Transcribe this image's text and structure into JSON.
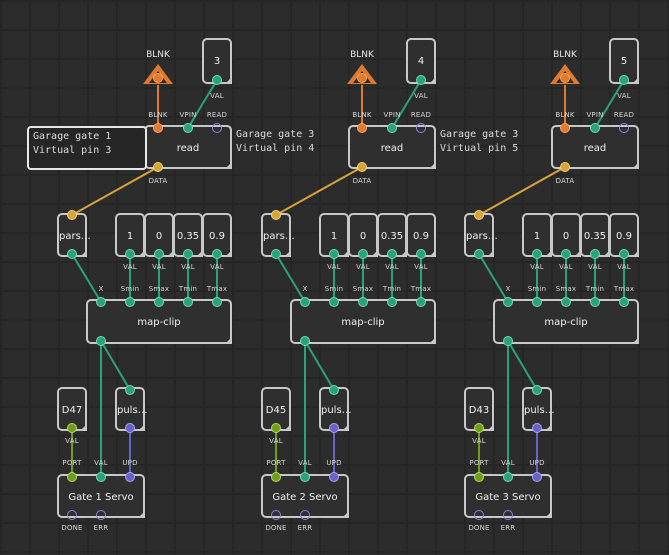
{
  "colors": {
    "numeric_wire": "#2aa37a",
    "any_wire": "#d7a43a",
    "string_wire": "#e07a2e",
    "pulse_wire": "#6b62c8",
    "port_wire": "#6f9e1e"
  },
  "groups": [
    {
      "blnk_label": "BLNK",
      "vpin_value": "3",
      "comment_left": [
        "Garage gate 1",
        "Virtual pin 3"
      ],
      "comment_right": [
        "Garage gate 3",
        "Virtual pin 4"
      ],
      "read_title": "read",
      "parse_title": "pars…",
      "params": [
        "1",
        "0",
        "0.35",
        "0.9"
      ],
      "map_title": "map-clip",
      "port_value": "D47",
      "pulse_title": "puls…",
      "servo_title": "Gate 1 Servo"
    },
    {
      "blnk_label": "BLNK",
      "vpin_value": "4",
      "comment_right": [
        "Garage gate 3",
        "Virtual pin 5"
      ],
      "read_title": "read",
      "parse_title": "pars…",
      "params": [
        "1",
        "0",
        "0.35",
        "0.9"
      ],
      "map_title": "map-clip",
      "port_value": "D45",
      "pulse_title": "puls…",
      "servo_title": "Gate 2 Servo"
    },
    {
      "blnk_label": "BLNK",
      "vpin_value": "5",
      "read_title": "read",
      "parse_title": "pars…",
      "params": [
        "1",
        "0",
        "0.35",
        "0.9"
      ],
      "map_title": "map-clip",
      "port_value": "D43",
      "pulse_title": "puls…",
      "servo_title": "Gate 3 Servo"
    }
  ],
  "pin_labels": {
    "read_inputs": [
      "BLNK",
      "VPIN",
      "READ"
    ],
    "read_output": "DATA",
    "const_output": "VAL",
    "map_inputs": [
      "X",
      "Smin",
      "Smax",
      "Tmin",
      "Tmax"
    ],
    "servo_inputs": [
      "PORT",
      "VAL",
      "UPD"
    ],
    "servo_outputs": [
      "DONE",
      "ERR"
    ]
  }
}
